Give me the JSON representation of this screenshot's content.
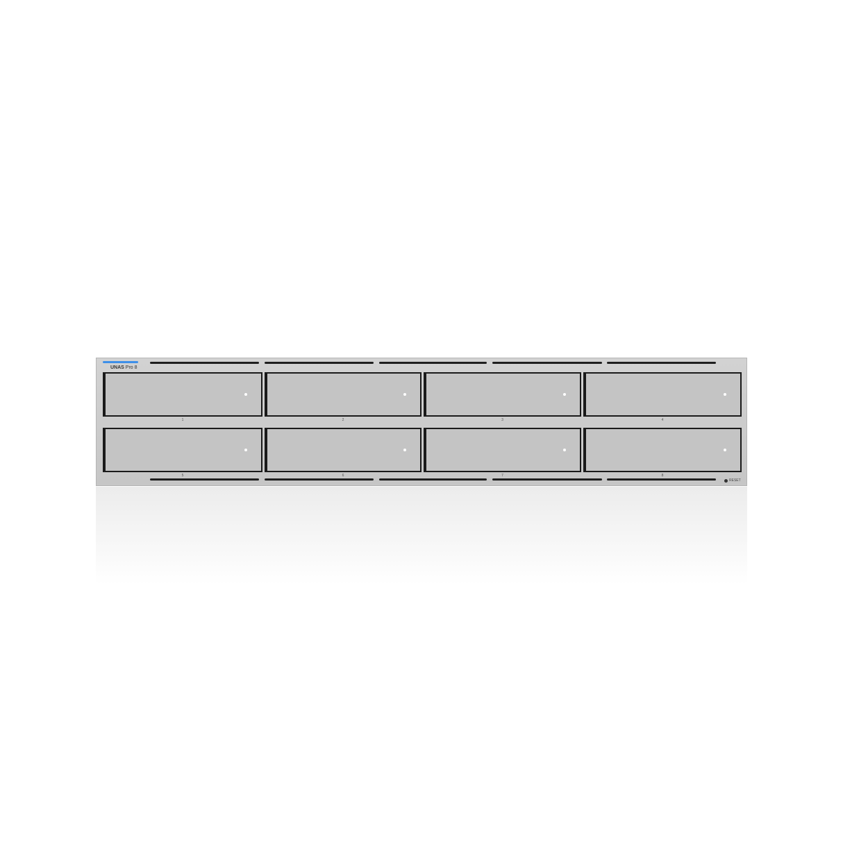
{
  "device": {
    "brand_bold": "UNAS",
    "brand_model": "Pro 8",
    "status_led_color": "#3d8fe8",
    "bays": [
      {
        "label": "1"
      },
      {
        "label": "2"
      },
      {
        "label": "3"
      },
      {
        "label": "4"
      },
      {
        "label": "5"
      },
      {
        "label": "6"
      },
      {
        "label": "7"
      },
      {
        "label": "8"
      }
    ],
    "reset_label": "RESET"
  }
}
